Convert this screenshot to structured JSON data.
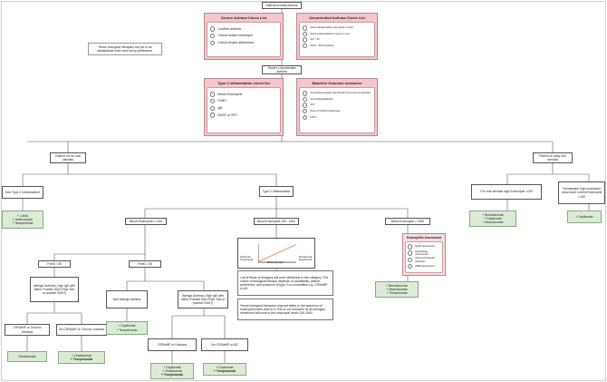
{
  "title": "Difficult-to-treat Asthma",
  "severe_check": {
    "title": "Severe Asthma Check List",
    "items": [
      "Confirm asthma",
      "Check inhaler technique",
      "Check inhaler adherence"
    ]
  },
  "uncontrolled_check": {
    "title": "Uncontrolled Asthma Check List",
    "items": [
      "Asthma Exacerbation rate 2/year or more",
      "Asthma Hospitalization 1/year or more",
      "ACT <20",
      "FEV1 < 80% predicted"
    ]
  },
  "note_biologics": "*these biological therapies are put in an alphabetical order and not by preference.",
  "severe_uncontrolled": "Severe Uncontrolled Asthma",
  "type2_check": {
    "title": "Type 2 inflammation check list",
    "items": [
      "Blood Eosinophil",
      "FeNO",
      "IgE",
      "RAST or SPT"
    ]
  },
  "baseline": {
    "title": "Baseline Outcome measures",
    "items": [
      "Annual Exacerbation rate (fill with Oral course of steroids)",
      "Annual Hospitalization",
      "ACT",
      "Dose of ICS/OCS taken/year",
      "FEV1"
    ]
  },
  "not_ocs": "Patient not on oral steroids",
  "on_ocs": "Patient on daily oral steroids",
  "non_type2": "Non Type 2 Inflammation",
  "non_type2_tx": [
    "+ LAMA",
    "+ Azithromycin",
    "+ Tezepelumab"
  ],
  "type2": "Type 2 Inflammation",
  "eos_le150": "Blood Eosinophil =<150",
  "eos_mid": "Blood Eosinophil 150 - 1500",
  "eos_ge1500": "Blood Eosinophil > 1500",
  "feno_lt25": "FeNO <25",
  "feno_ge25": "FeNO >25",
  "allergic1": "Allergic Asthma ( high IgE with either Positive Skin Prick Test or positive RAST)",
  "nonallergic": "Non Allergic Asthma",
  "allergic2": "Allergic Asthma ( high IgE with either Positive Skin Prick Test or positive RAST)",
  "crswnp_cu": "CRSwNP or Chronic Urticaria",
  "no_crswnp_cu": "No CRSwNP or Chronic Urticaria",
  "crswnp_u": "CRSwNP or Urticaria",
  "no_crswnp_ad": "No CRSwNP or AD",
  "omalizumab": "Omalizumab",
  "no_crswnp_cu_tx": [
    "+ Omalizumab",
    "+ Tezepelumab"
  ],
  "nonallergic_tx": [
    "+ Dupilumab",
    "+ Tezepelumab"
  ],
  "crswnp_u_tx": [
    "+ Dupilumab",
    "+ Omalizumab",
    "+ Tezepelumab"
  ],
  "no_crswnp_ad_tx": [
    "+ Dupilumab",
    "+ Tezepelumab"
  ],
  "graph": {
    "left_top": "Dupilumab",
    "left_bottom": "Tezepelumab",
    "mid": "Blood eosinophil",
    "right_top": "Benralizumab",
    "right_bottom": "Mepolizumab"
  },
  "mid_note1": "• all of these of biologics will work effectively in this category. The choice of biological therapy depends on availability, patient preference, and presence of type 2 co-morbidities e.g. CRSwNP or AD",
  "mid_note2": "*these biological therapies respond better to the spectrum of eosinophil levels next to it. This is not exclusive as all biologics mentioned will work in the eosinophil levels 150-1500",
  "eos_assessment": {
    "title": "Eosinophilic Assessment",
    "items": [
      "EGPA assessment",
      "Hematology Assessment",
      "Stool and Parasitic Infections",
      "ABPA assessment"
    ]
  },
  "eos_high_tx": [
    "+ Benralizumab",
    "+ Mepolizumab",
    "+ Tezepelumab"
  ],
  "ocs_high": "Pre oral steroids high Eosinophil >150",
  "ocs_none": "No baseline high eosinophil record and current Eosinophil <150",
  "ocs_high_tx": [
    "+ Benralizumab",
    "+ Dupilumab",
    "+ Mepolizumab"
  ],
  "ocs_none_tx": [
    "+ Dupilumab"
  ]
}
